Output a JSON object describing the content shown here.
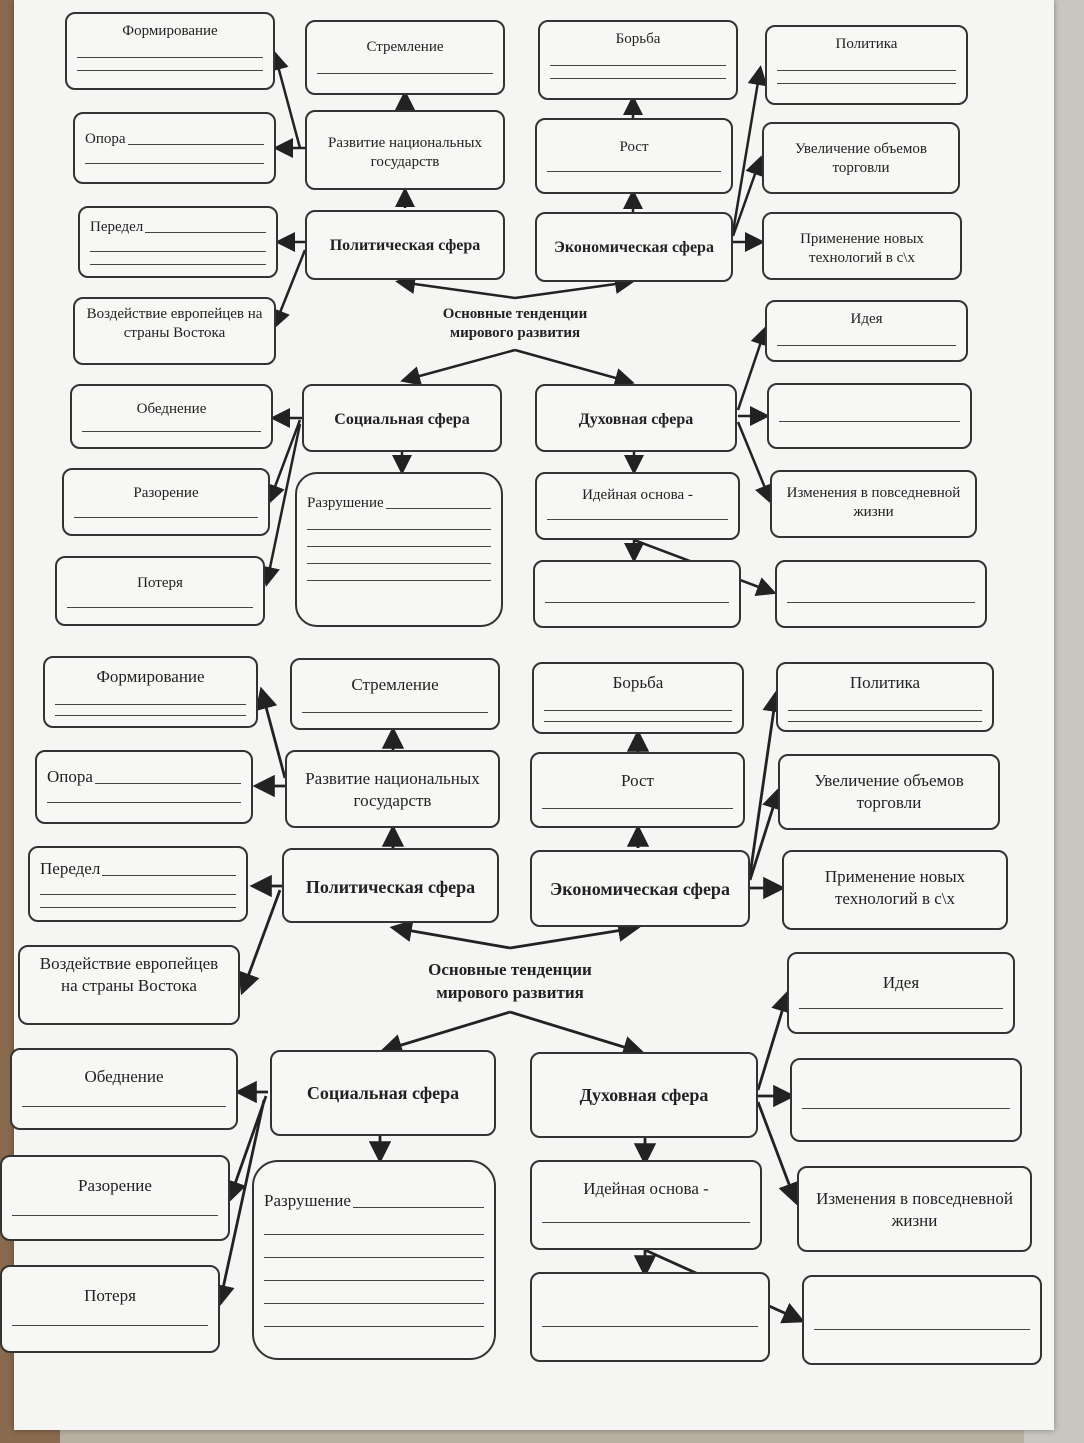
{
  "center_title": "Основные тенденции мирового развития",
  "political": {
    "sphere": "Политическая сфера",
    "formation": "Формирование",
    "support": "Опора",
    "redivision": "Передел",
    "impact": "Воздействие европейцев на страны Востока",
    "development": "Развитие национальных государств",
    "aspiration": "Стремление"
  },
  "economic": {
    "sphere": "Экономическая сфера",
    "struggle": "Борьба",
    "growth": "Рост",
    "policy": "Политика",
    "trade": "Увеличение объемов торговли",
    "tech": "Применение новых технологий в с\\х"
  },
  "social": {
    "sphere": "Социальная сфера",
    "impoverishment": "Обеднение",
    "ruin": "Разорение",
    "loss": "Потеря",
    "destruction": "Разрушение"
  },
  "spiritual": {
    "sphere": "Духовная сфера",
    "idea": "Идея",
    "basis": "Идейная основа -",
    "daily": "Изменения в повседневной жизни"
  }
}
